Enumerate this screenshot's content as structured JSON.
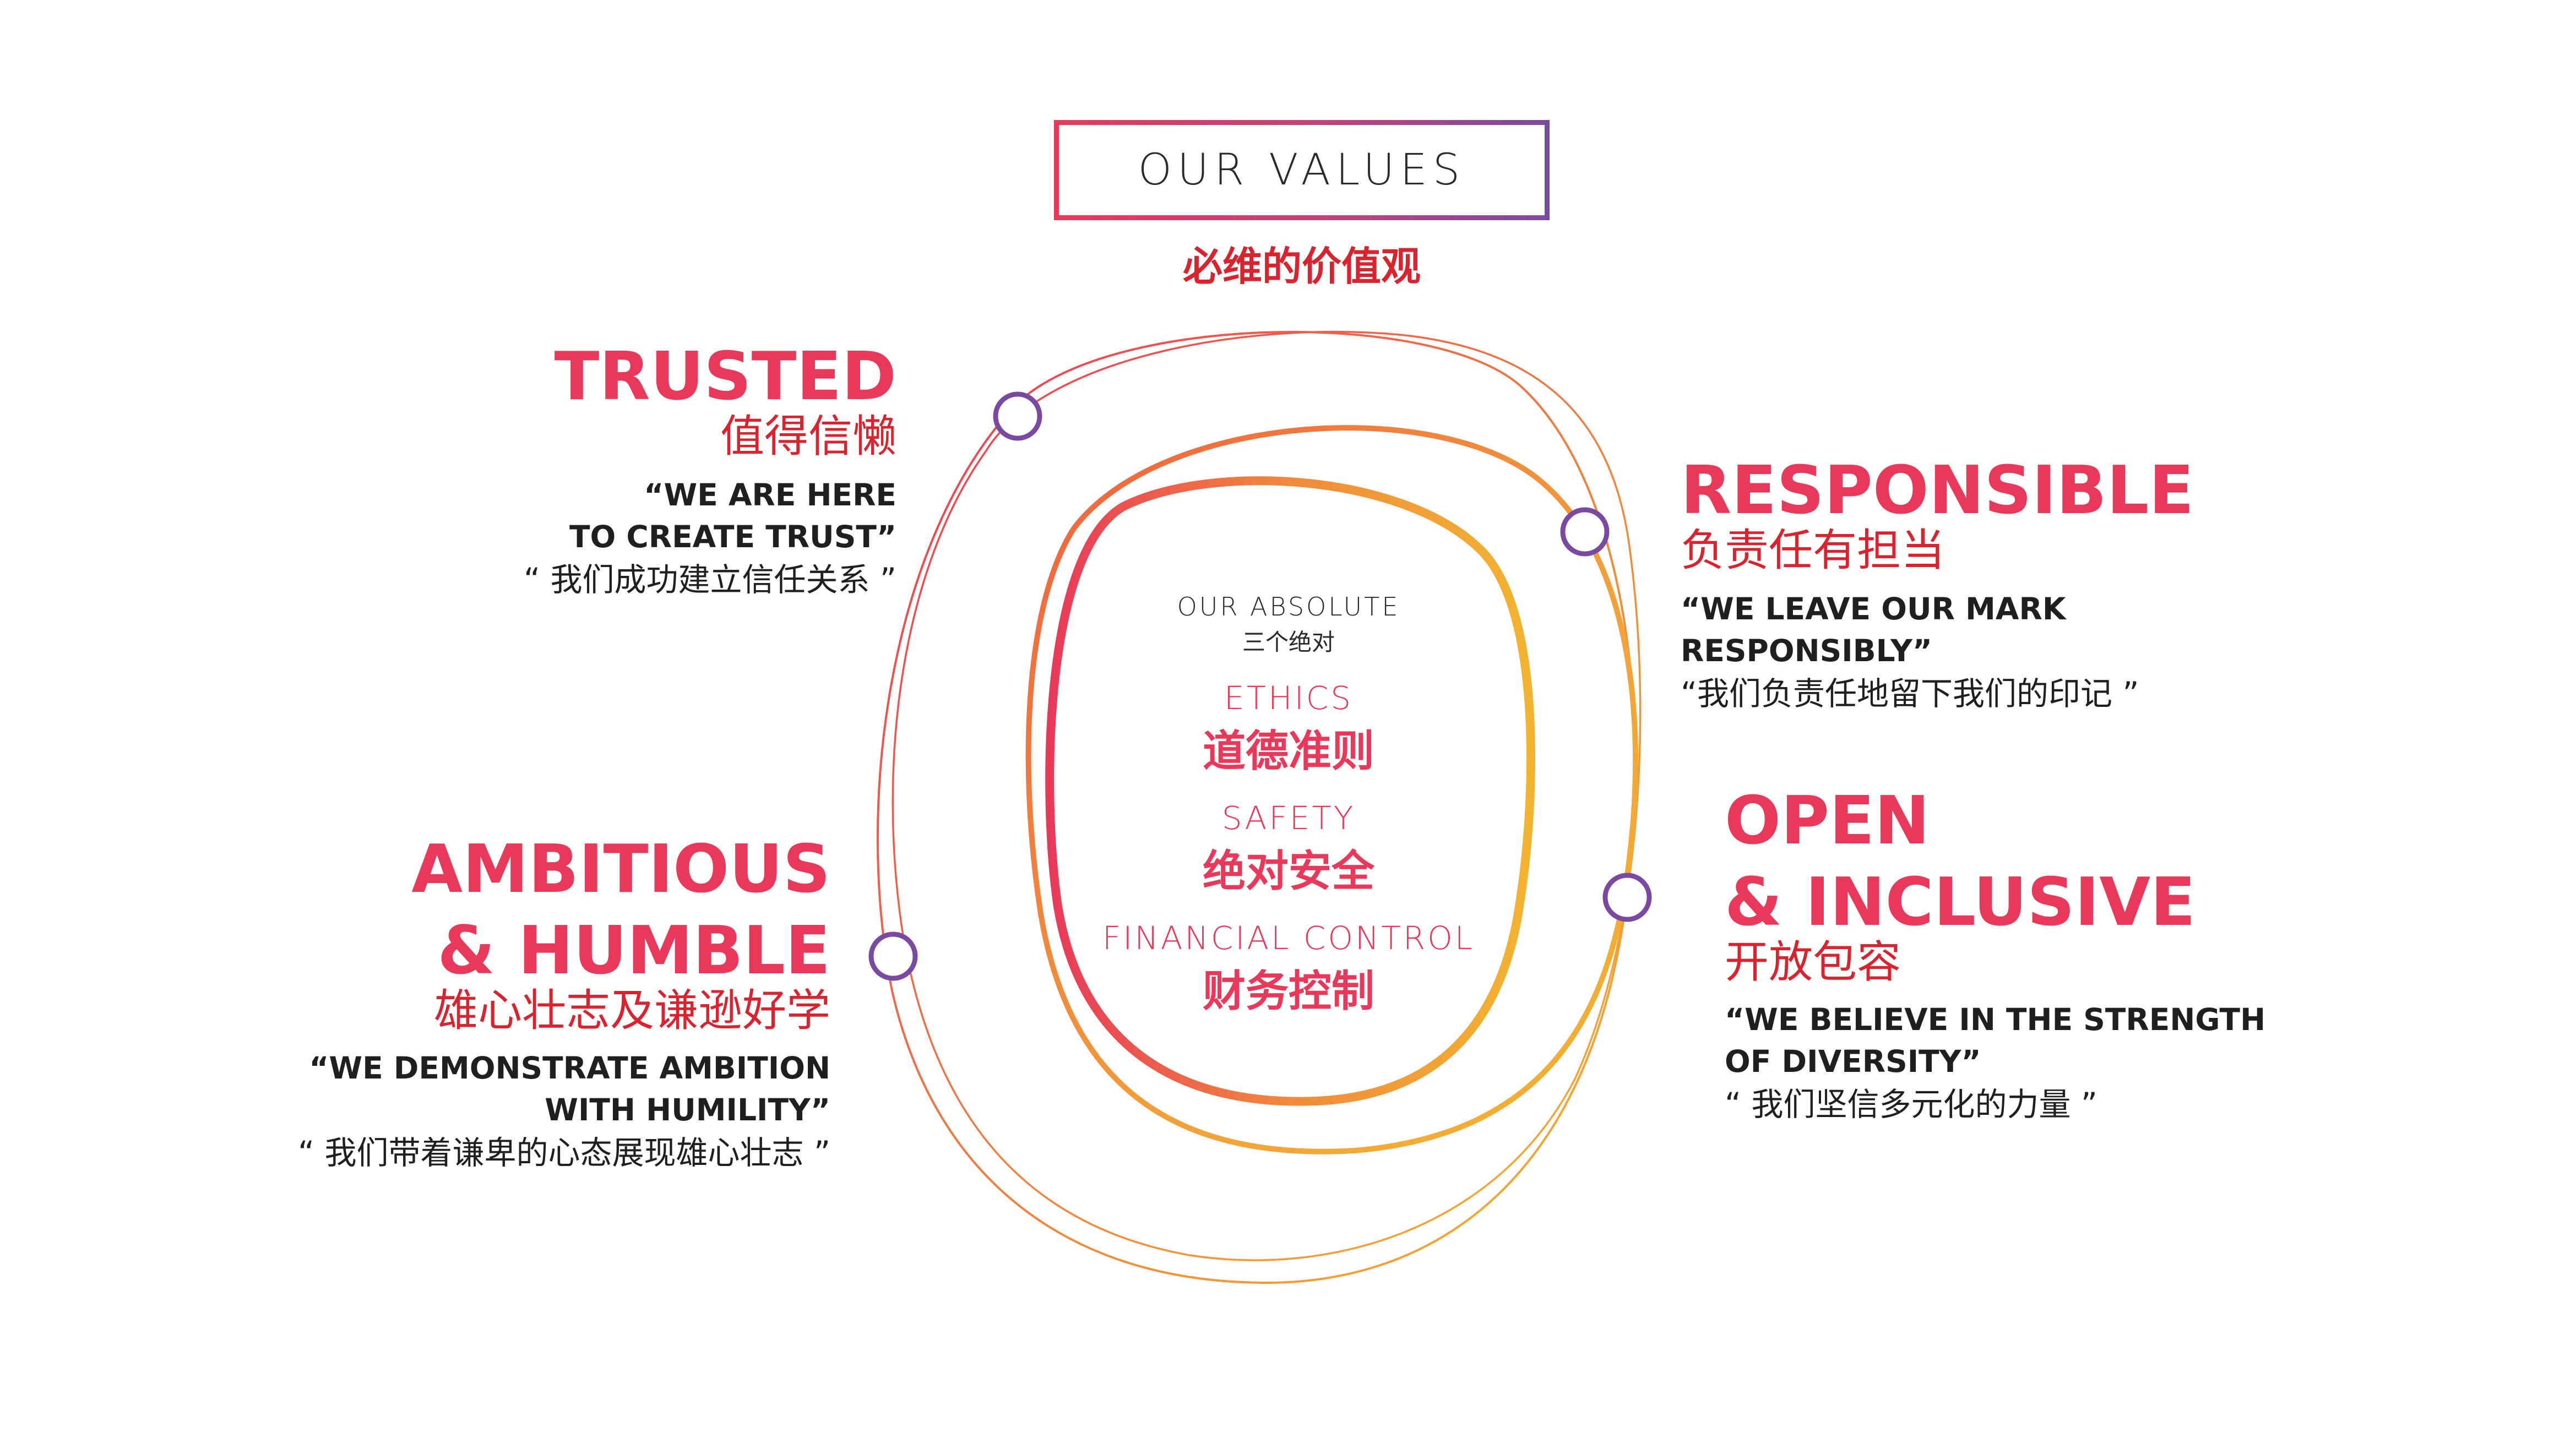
{
  "header": {
    "title": "OUR VALUES",
    "subtitle_cn": "必维的价值观"
  },
  "center": {
    "heading": "OUR ABSOLUTE",
    "heading_cn": "三个绝对",
    "items": [
      {
        "label": "ETHICS",
        "label_cn": "道德准则"
      },
      {
        "label": "SAFETY",
        "label_cn": "绝对安全"
      },
      {
        "label": "FINANCIAL CONTROL",
        "label_cn": "财务控制"
      }
    ]
  },
  "values": {
    "trusted": {
      "title": "TRUSTED",
      "title_cn": "值得信懒",
      "quote_line1": "“WE ARE HERE",
      "quote_line2": "TO CREATE TRUST”",
      "quote_cn": "“ 我们成功建立信任关系 ”"
    },
    "responsible": {
      "title": "RESPONSIBLE",
      "title_cn": "负责任有担当",
      "quote_line1": "“WE LEAVE OUR MARK",
      "quote_line2": "RESPONSIBLY”",
      "quote_cn": "“我们负责任地留下我们的印记 ”"
    },
    "ambitious": {
      "title_line1": "AMBITIOUS",
      "title_line2": "& HUMBLE",
      "title_cn": "雄心壮志及谦逊好学",
      "quote_line1": "“WE DEMONSTRATE AMBITION",
      "quote_line2": "WITH HUMILITY”",
      "quote_cn": "“ 我们带着谦卑的心态展现雄心壮志 ”"
    },
    "open": {
      "title_line1": "OPEN",
      "title_line2": "& INCLUSIVE",
      "title_cn": "开放包容",
      "quote_line1": "“WE BELIEVE IN THE STRENGTH",
      "quote_line2": "OF DIVERSITY”",
      "quote_cn": "“ 我们坚信多元化的力量 ”"
    }
  },
  "colors": {
    "accent_red": "#e8395a",
    "cn_red": "#d8242e",
    "orange": "#f08a3c",
    "yellow": "#f2b430",
    "purple": "#7a4aa0",
    "text_dark": "#1f1f1f"
  }
}
